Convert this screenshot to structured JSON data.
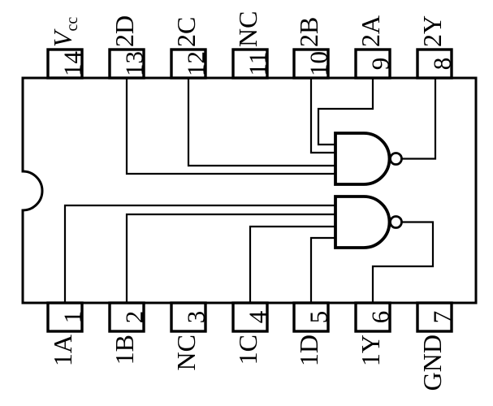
{
  "diagram": {
    "type": "ic-pinout",
    "description": "14-pin DIP package containing two 4-input NAND gates",
    "colors": {
      "ink": "#000000",
      "background": "#ffffff"
    },
    "pins_top": [
      {
        "pin": "14",
        "label": "Vcc",
        "label_main": "V",
        "label_sub": "cc"
      },
      {
        "pin": "13",
        "label": "2D"
      },
      {
        "pin": "12",
        "label": "2C"
      },
      {
        "pin": "11",
        "label": "NC"
      },
      {
        "pin": "10",
        "label": "2B"
      },
      {
        "pin": "9",
        "label": "2A"
      },
      {
        "pin": "8",
        "label": "2Y"
      }
    ],
    "pins_bottom": [
      {
        "pin": "1",
        "label": "1A"
      },
      {
        "pin": "2",
        "label": "1B"
      },
      {
        "pin": "3",
        "label": "NC"
      },
      {
        "pin": "4",
        "label": "1C"
      },
      {
        "pin": "5",
        "label": "1D"
      },
      {
        "pin": "6",
        "label": "1Y"
      },
      {
        "pin": "7",
        "label": "GND"
      }
    ],
    "gates": [
      {
        "name": "gate-1",
        "type": "4-input NAND",
        "inputs": [
          "1A",
          "1B",
          "1C",
          "1D"
        ],
        "input_pins": [
          "1",
          "2",
          "4",
          "5"
        ],
        "output": "1Y",
        "output_pin": "6"
      },
      {
        "name": "gate-2",
        "type": "4-input NAND",
        "inputs": [
          "2A",
          "2B",
          "2C",
          "2D"
        ],
        "input_pins": [
          "9",
          "10",
          "12",
          "13"
        ],
        "output": "2Y",
        "output_pin": "8"
      }
    ]
  }
}
